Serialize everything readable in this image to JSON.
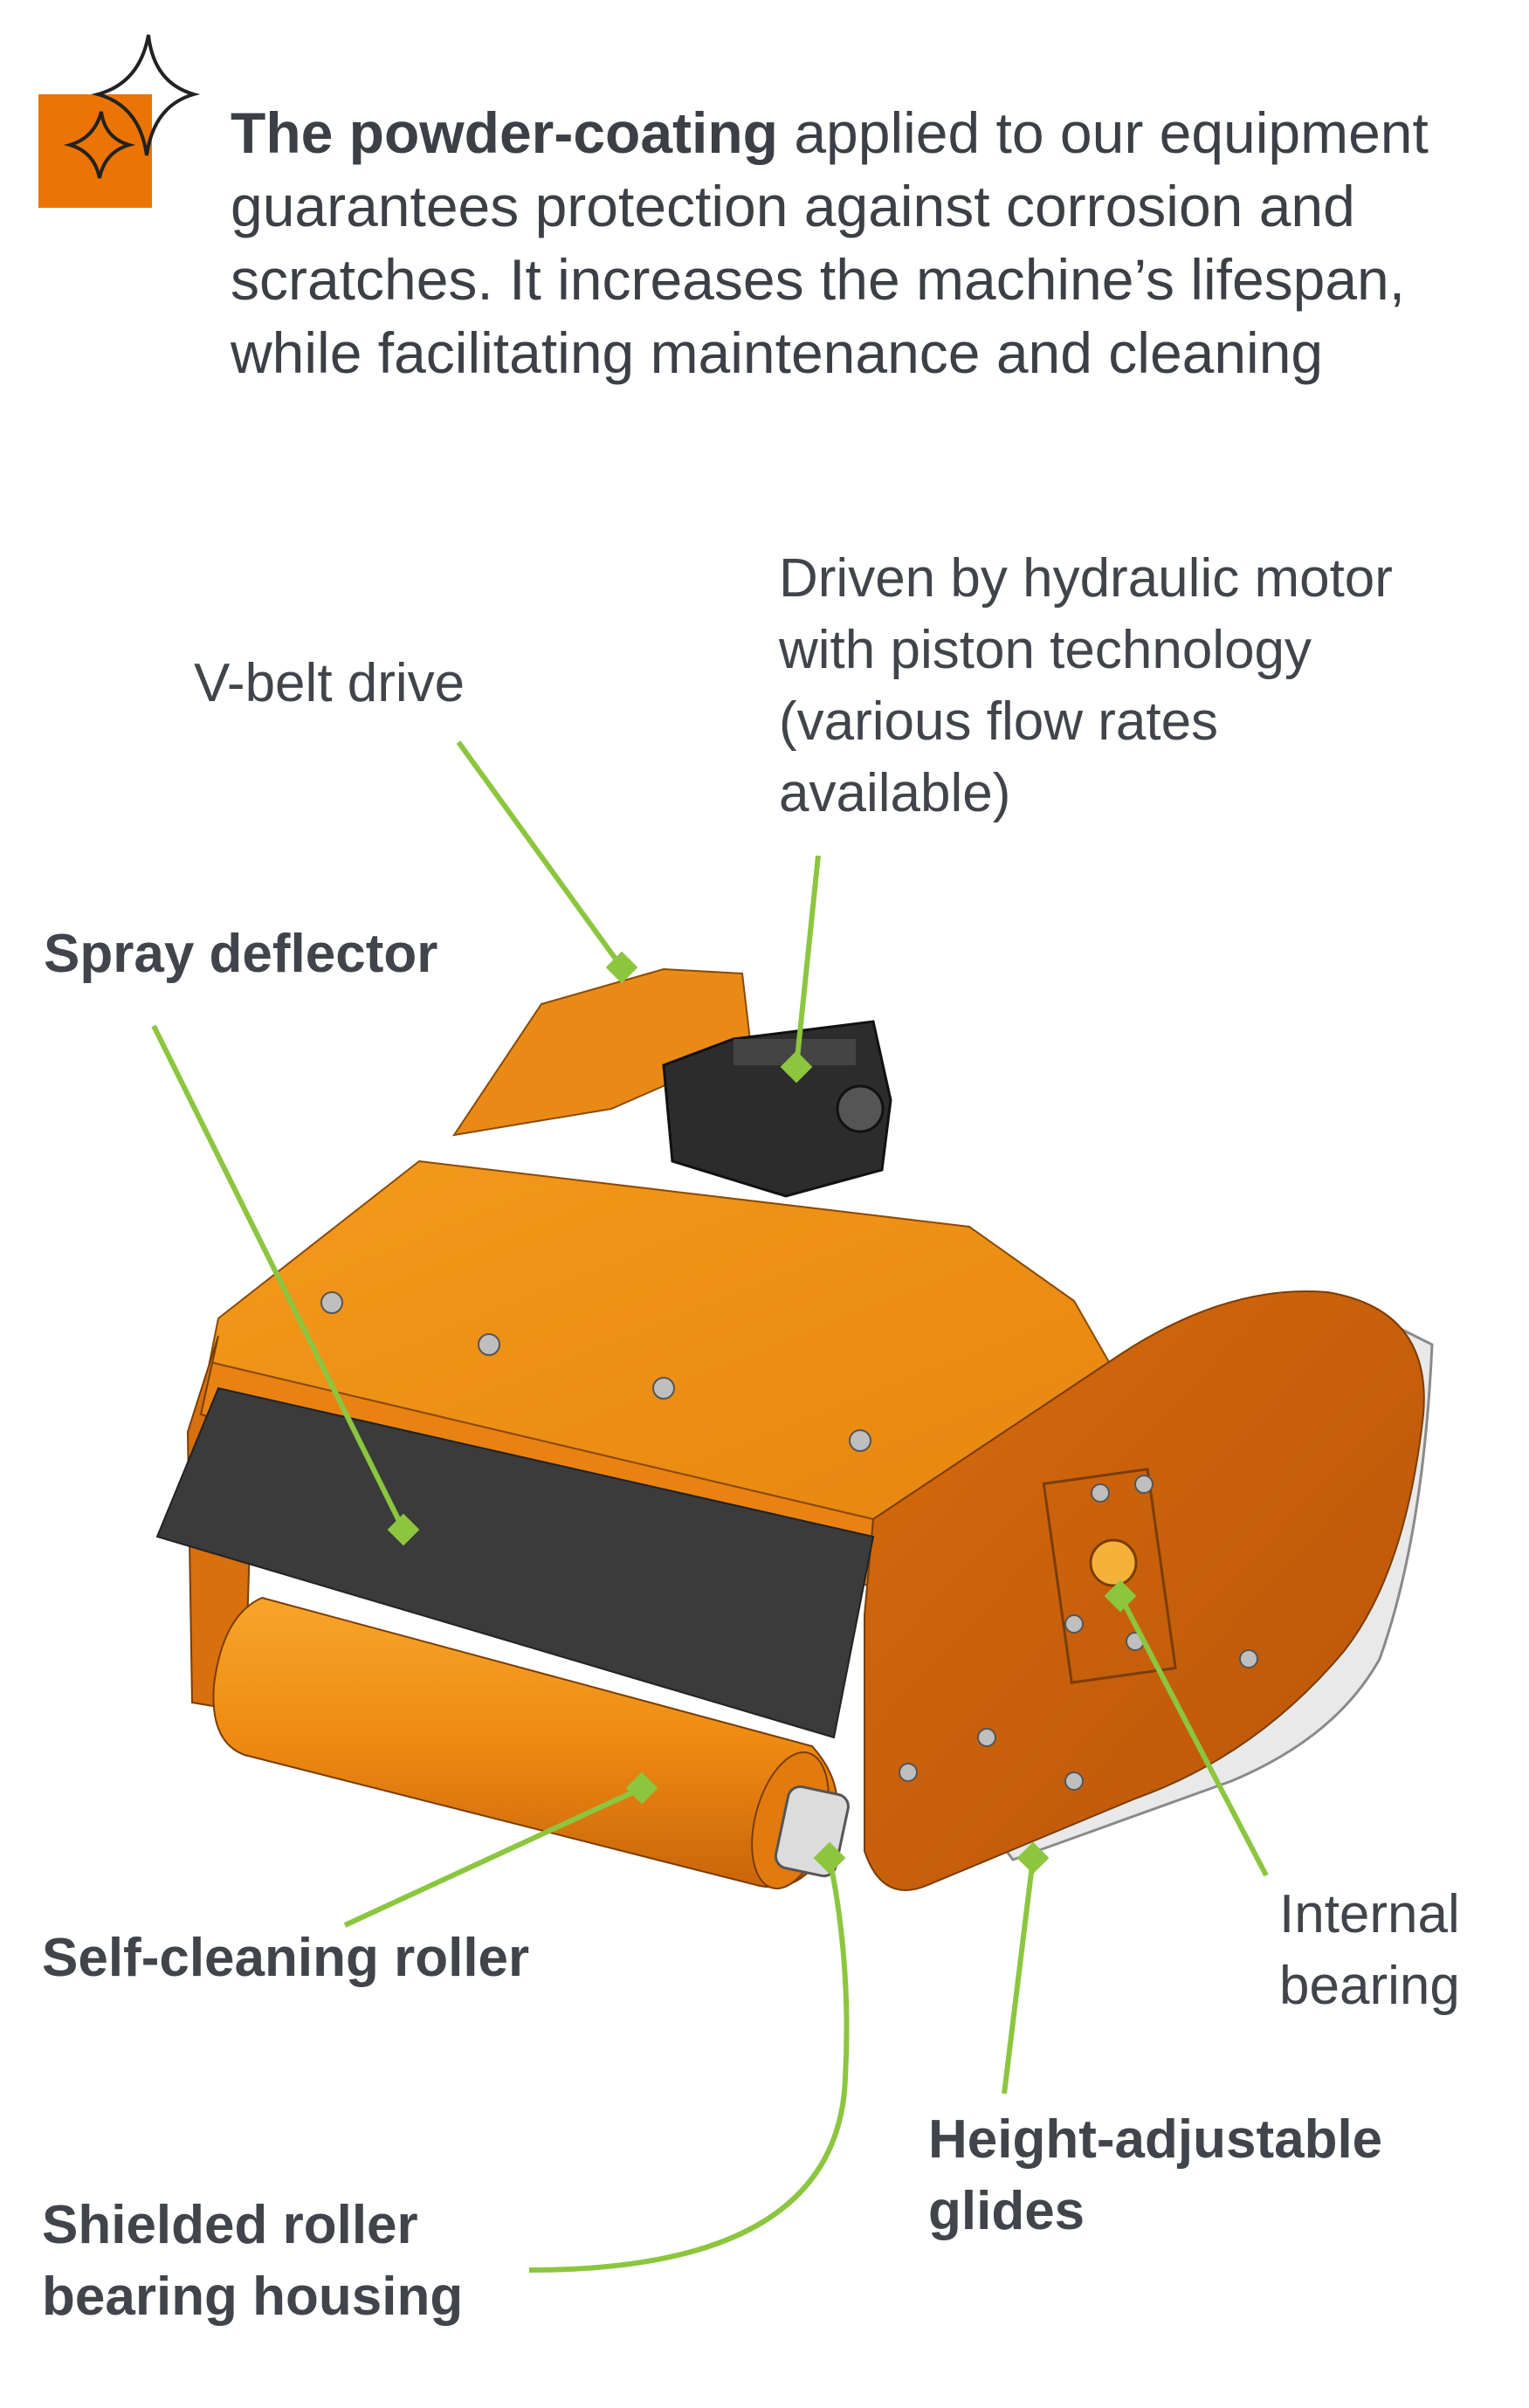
{
  "intro": {
    "bold": "The powder-coating",
    "rest": " applied to our equipment guarantees protection against corrosion and scratches. It increases the machine’s lifespan, while facilitating maintenance and cleaning"
  },
  "icons": {
    "badge": "sparkle-icon"
  },
  "colors": {
    "accent": "#ec7404",
    "leader": "#8cc63f",
    "body_orange": "#e2780e",
    "dark": "#3a3a3a"
  },
  "labels": {
    "vbelt": "V-belt drive",
    "motor": [
      "Driven by hydraulic motor",
      "with piston technology",
      "(various flow rates",
      "available)"
    ],
    "spray": "Spray deflector",
    "selfclean": "Self-cleaning roller",
    "shielded": [
      "Shielded roller",
      "bearing housing"
    ],
    "height": [
      "Height-adjustable",
      "glides"
    ],
    "internal": [
      "Internal",
      "bearing"
    ]
  }
}
